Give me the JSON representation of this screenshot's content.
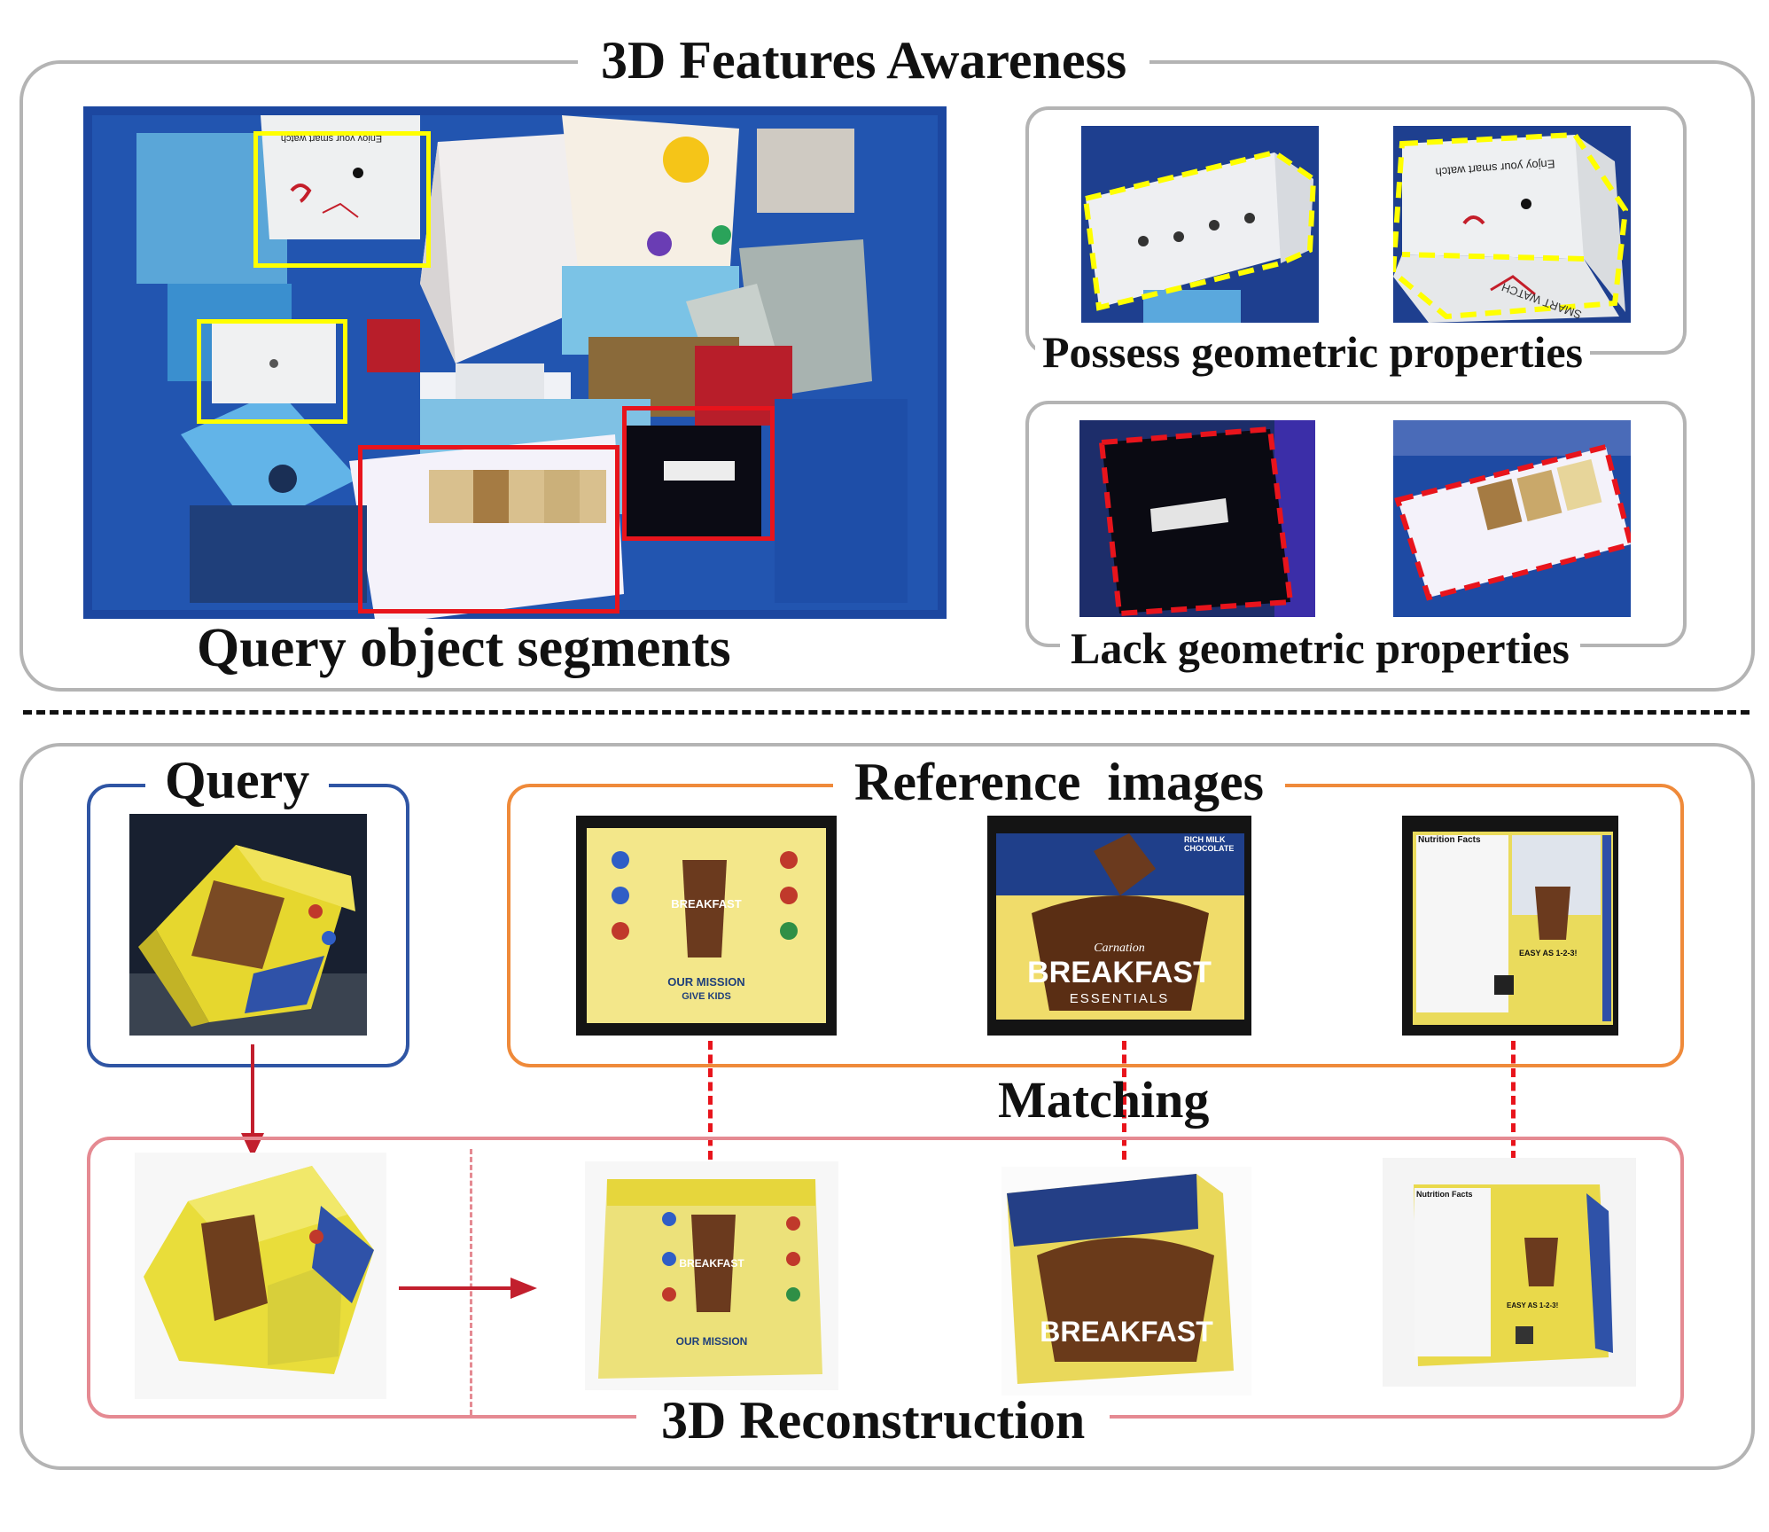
{
  "top": {
    "title": "3D Features Awareness",
    "query_caption": "Query object segments",
    "geo_caption": "Possess geometric properties",
    "lack_caption": "Lack geometric properties",
    "photo_text": {
      "watch_box": "Enjoy your smart watch",
      "watch_side": "SMART WATCH"
    }
  },
  "bottom": {
    "query_label": "Query",
    "reference_label": "Reference  images",
    "matching_label": "Matching",
    "recon_label": "3D Reconstruction",
    "box_text": {
      "brand": "BREAKFAST",
      "sub": "ESSENTIALS",
      "carnation": "Carnation",
      "mission": "OUR MISSION",
      "give_kids": "GIVE KIDS",
      "rich_milk": "RICH MILK CHOCOLATE",
      "nutrition": "Nutrition Facts",
      "easy": "EASY AS 1-2-3!"
    }
  },
  "colors": {
    "panel_border": "#b4b4b4",
    "query_blue": "#2f55a4",
    "reference_orange": "#ef8a3a",
    "recon_pink": "#e58a92",
    "arrow_red": "#c21f2d",
    "yellow_highlight": "#ffff00",
    "red_highlight": "#e8141c",
    "crate_blue": "#1f4aa0"
  }
}
